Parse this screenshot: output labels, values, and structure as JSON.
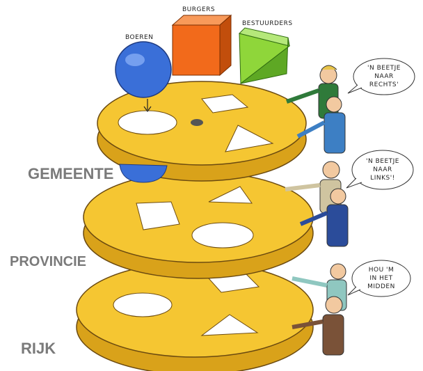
{
  "shapes": {
    "ball_label": "BOEREN",
    "cube_label": "BURGERS",
    "prism_label": "BESTUURDERS"
  },
  "levels": {
    "top": "GEMEENTE",
    "middle": "PROVINCIE",
    "bottom": "RIJK"
  },
  "speech": {
    "top": [
      "'N BEETJE",
      "NAAR",
      "RECHTS'"
    ],
    "middle": [
      "'N BEETJE",
      "NAAR",
      "LINKS'!"
    ],
    "bottom": [
      "HOU 'M",
      "IN HET",
      "MIDDEN"
    ]
  },
  "colors": {
    "disc": "#f5c632",
    "disc_shadow": "#d9a21a",
    "ball": "#3a6fd8",
    "cube": "#f26a1b",
    "prism": "#8fd63a",
    "level_text": "#7a7a7a"
  }
}
